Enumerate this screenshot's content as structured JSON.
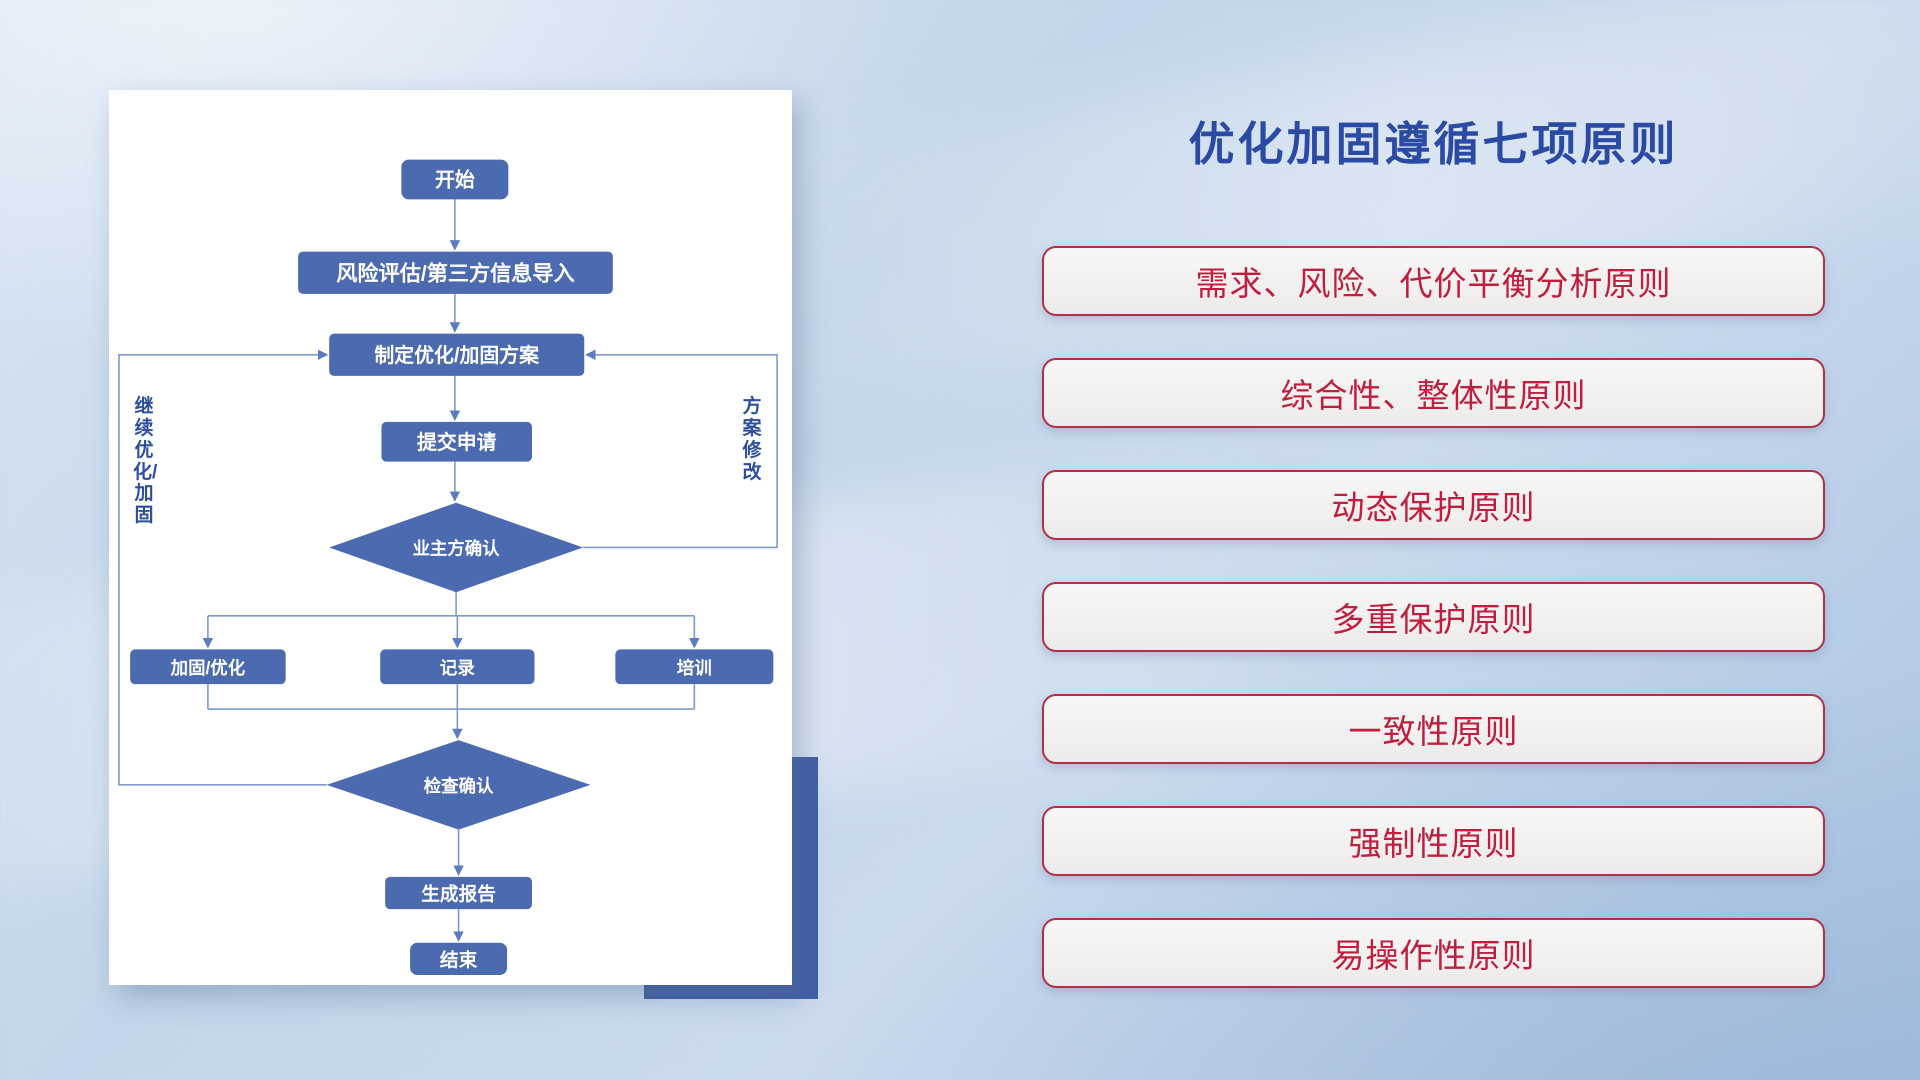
{
  "slide": {
    "title": "优化加固遵循七项原则"
  },
  "flowchart": {
    "nodes": {
      "start": "开始",
      "risk_import": "风险评估/第三方信息导入",
      "make_plan": "制定优化/加固方案",
      "submit_request": "提交申请",
      "owner_confirm": "业主方确认",
      "harden_optimize": "加固/优化",
      "record": "记录",
      "training": "培训",
      "check_confirm": "检查确认",
      "generate_report": "生成报告",
      "end": "结束"
    },
    "labels": {
      "continue_optimize": "继续优化/加固",
      "plan_modify": "方案修改"
    }
  },
  "principles": {
    "items": [
      {
        "label": "需求、风险、代价平衡分析原则"
      },
      {
        "label": "综合性、整体性原则"
      },
      {
        "label": "动态保护原则"
      },
      {
        "label": "多重保护原则"
      },
      {
        "label": "一致性原则"
      },
      {
        "label": "强制性原则"
      },
      {
        "label": "易操作性原则"
      }
    ]
  },
  "colors": {
    "title_blue": "#2a4aa3",
    "node_blue": "#4b6ab0",
    "connector_blue": "#7e99d0",
    "edge_label_blue": "#2d4f9e",
    "principle_text_red": "#c01e3e",
    "principle_border_red": "#b13048",
    "accent_rect_blue": "#415fa3",
    "background_blue": "#c3d5ea",
    "card_white": "#ffffff"
  }
}
